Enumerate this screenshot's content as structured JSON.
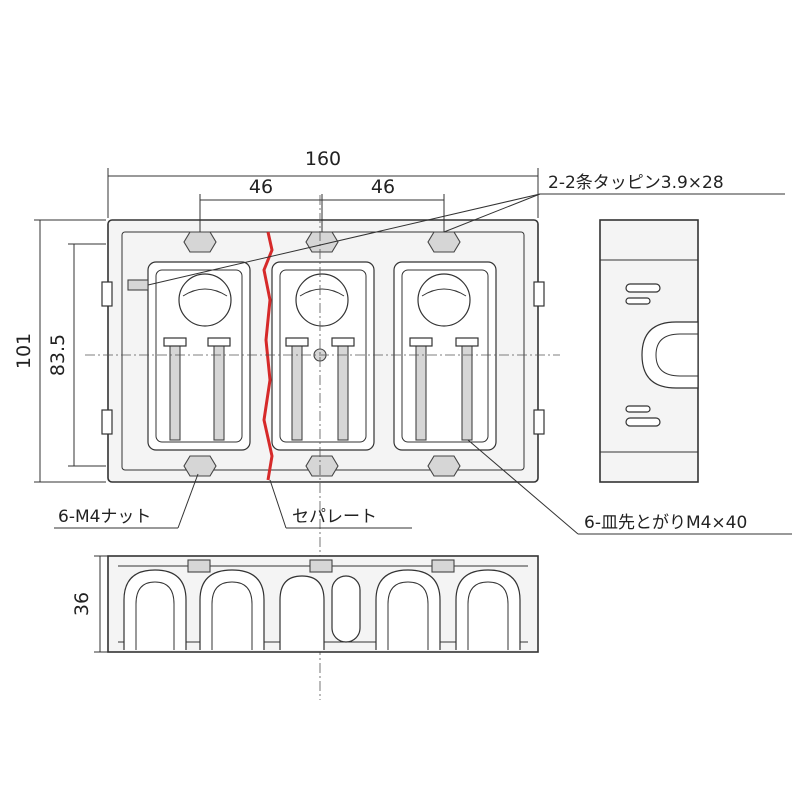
{
  "dimensions": {
    "overall_width": "160",
    "pitch_left": "46",
    "pitch_right": "46",
    "overall_height": "101",
    "inner_height": "83.5",
    "depth": "36"
  },
  "labels": {
    "tapping_screw": "2-2条タッピン3.9×28",
    "nut": "6-M4ナット",
    "separator": "セパレート",
    "screw": "6-皿先とがりM4×40"
  },
  "colors": {
    "separator_red": "#d62a2a",
    "line": "#333333",
    "fill": "#f4f4f4"
  }
}
